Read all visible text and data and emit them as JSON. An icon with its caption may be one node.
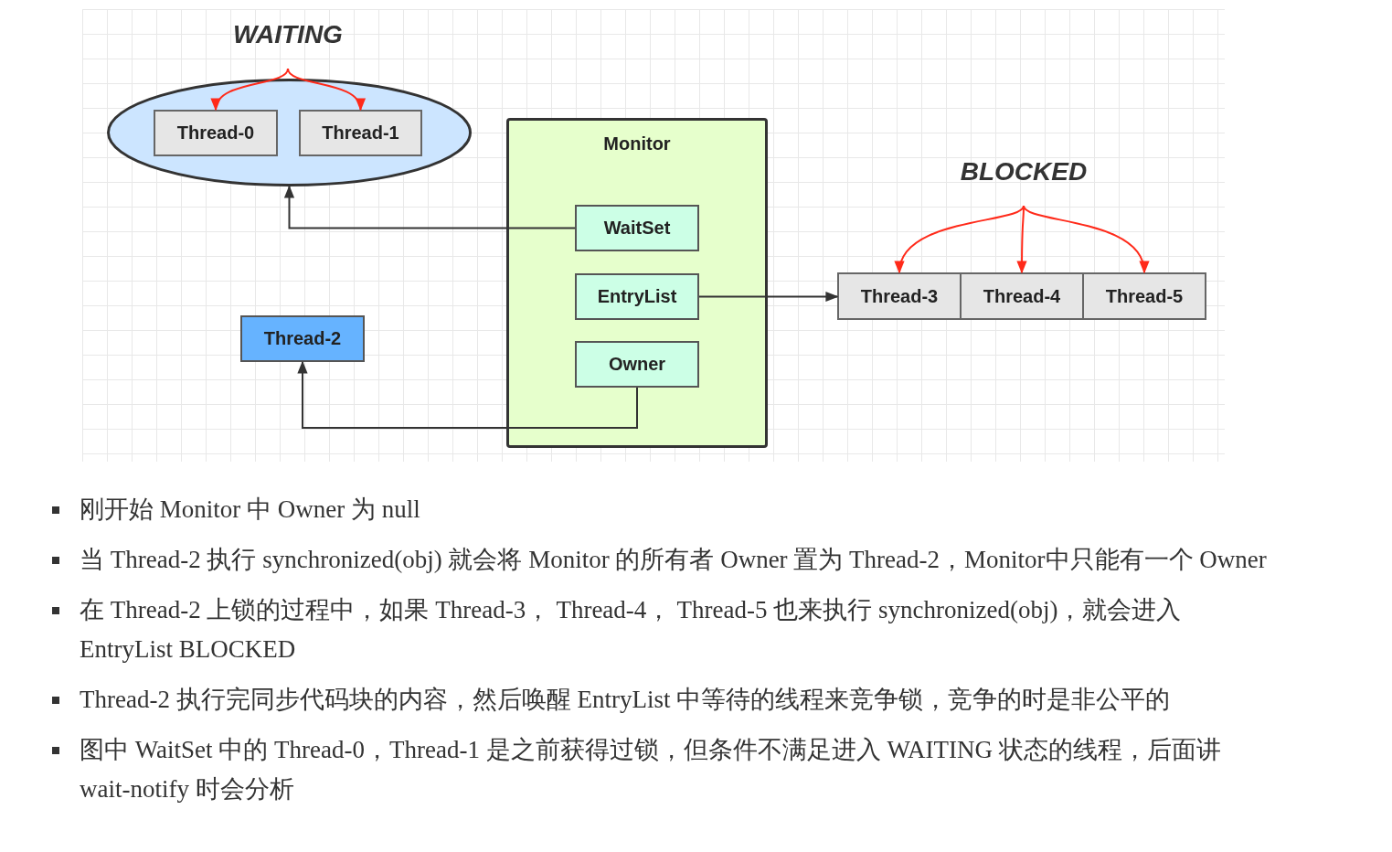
{
  "diagram": {
    "nodes": [
      {
        "text": [
          "WAITING"
        ]
      },
      {
        "text": [],
        "shape": "ellipse"
      },
      {
        "text": [
          "Thread-0"
        ],
        "in": 1
      },
      {
        "text": [
          "Thread-1"
        ],
        "in": 1
      },
      {
        "text": [
          "Monitor"
        ]
      },
      {
        "text": [
          "WaitSet"
        ],
        "in": 4
      },
      {
        "text": [
          "EntryList"
        ],
        "in": 4
      },
      {
        "text": [
          "Owner"
        ],
        "in": 4
      },
      {
        "text": [
          "Thread-2"
        ]
      },
      {
        "text": [
          "BLOCKED"
        ]
      },
      {
        "text": [
          "Thread-3"
        ]
      },
      {
        "text": [
          "Thread-4"
        ]
      },
      {
        "text": [
          "Thread-5"
        ]
      }
    ],
    "edges": [
      {
        "from": 0,
        "to": 2,
        "arrow": "to"
      },
      {
        "from": 0,
        "to": 3,
        "arrow": "to"
      },
      {
        "from": 5,
        "to": 1,
        "arrow": "to",
        "color": "#333333"
      },
      {
        "from": 6,
        "to": 10,
        "arrow": "to",
        "color": "#333333"
      },
      {
        "from": 7,
        "to": 8,
        "arrow": "to",
        "color": "#333333"
      },
      {
        "from": 9,
        "to": 10,
        "arrow": "to"
      },
      {
        "from": 9,
        "to": 11,
        "arrow": "to"
      },
      {
        "from": 9,
        "to": 12,
        "arrow": "to"
      }
    ],
    "labels": [
      "刚开始 Monitor 中 Owner 为 null",
      "当 Thread-2 执行 synchronized(obj) 就会将 Monitor 的所有者 Owner 置为 Thread-2，Monitor中只能有一个 Owner",
      "在 Thread-2 上锁的过程中，如果 Thread-3， Thread-4， Thread-5 也来执行 synchronized(obj)，就会进入 EntryList BLOCKED",
      "Thread-2 执行完同步代码块的内容，然后唤醒 EntryList 中等待的线程来竞争锁，竞争的时是非公平的",
      "图中 WaitSet 中的 Thread-0，Thread-1 是之前获得过锁，但条件不满足进入 WAITING 状态的线程，后面讲 wait-notify 时会分析"
    ]
  }
}
